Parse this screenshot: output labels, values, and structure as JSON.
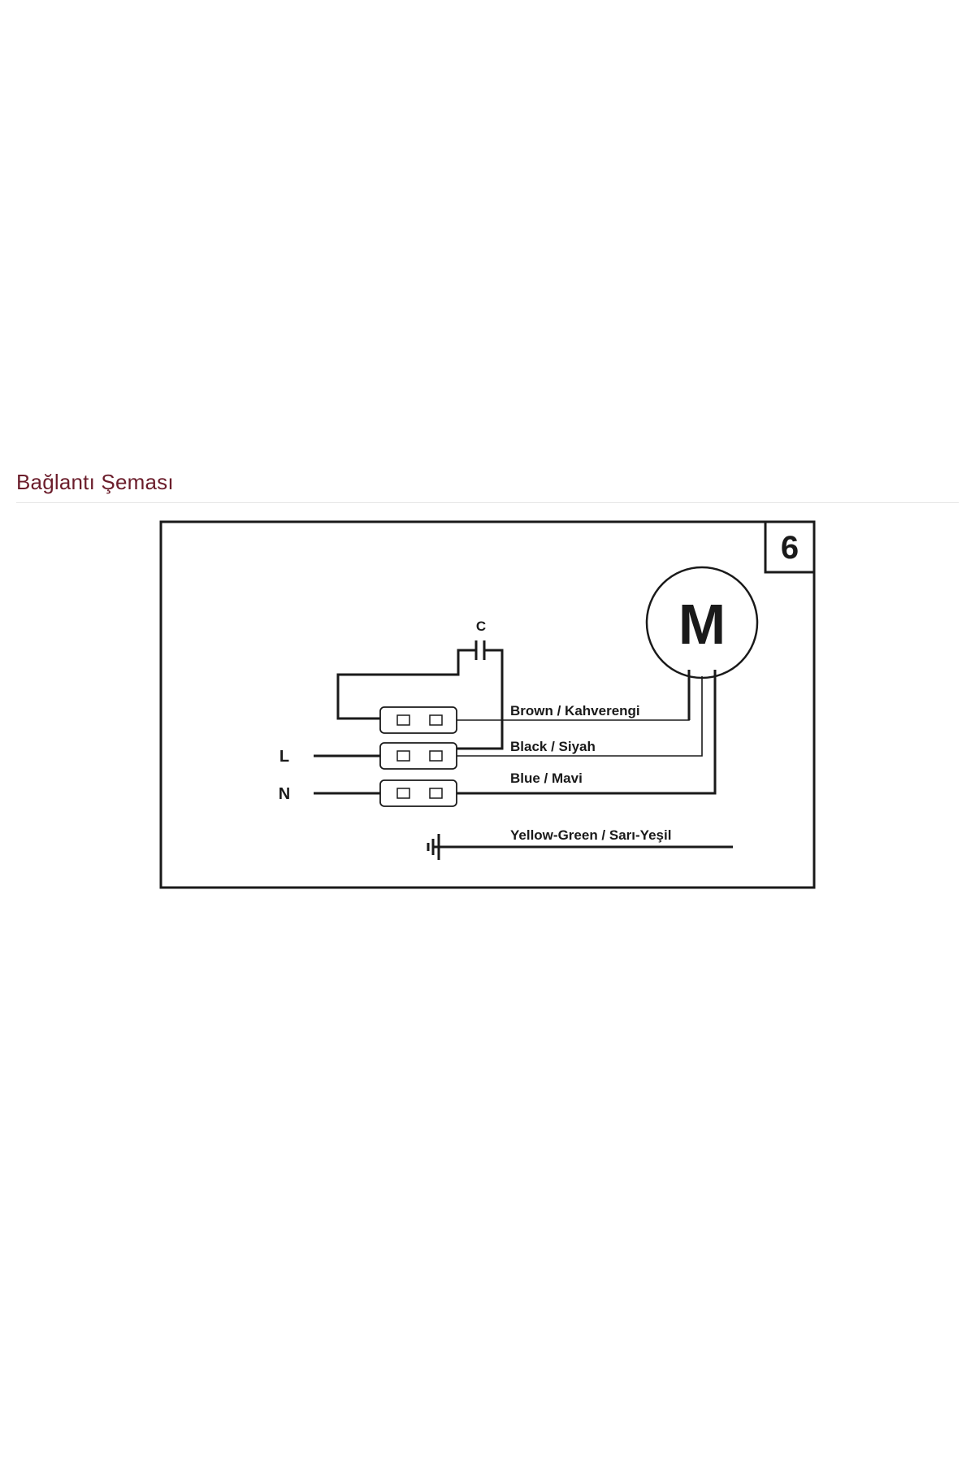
{
  "section": {
    "title": "Bağlantı Şeması"
  },
  "diagram": {
    "figure_number": "6",
    "motor_label": "M",
    "capacitor_label": "C",
    "terminals": {
      "line_label": "L",
      "neutral_label": "N"
    },
    "wires": [
      {
        "label": "Brown / Kahverengi"
      },
      {
        "label": "Black / Siyah"
      },
      {
        "label": "Blue / Mavi"
      },
      {
        "label": "Yellow-Green / Sarı-Yeşil"
      }
    ]
  }
}
